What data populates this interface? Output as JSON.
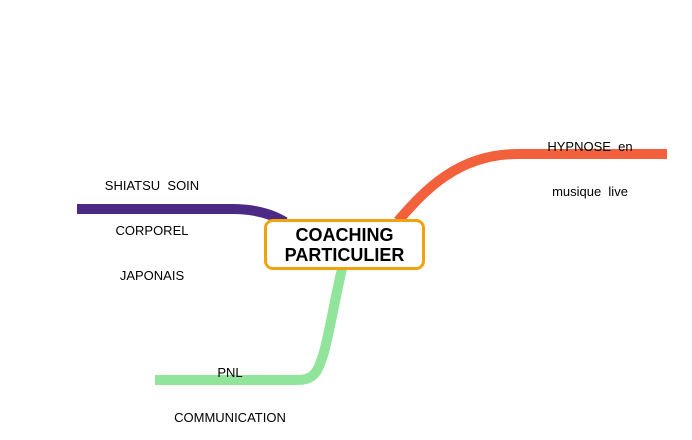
{
  "central_node": {
    "line1": "COACHING",
    "line2": "PARTICULIER",
    "border_color": "#f2a20c"
  },
  "branches": {
    "shiatsu": {
      "line1": "SHIATSU  SOIN",
      "line2": "CORPOREL",
      "line3": "JAPONAIS",
      "color": "#4b2a86"
    },
    "hypnose": {
      "line1": "HYPNOSE  en",
      "line2": "musique  live",
      "color": "#f2603c"
    },
    "pnl": {
      "line1": "PNL",
      "line2": "COMMUNICATION",
      "color": "#90e59a"
    }
  }
}
